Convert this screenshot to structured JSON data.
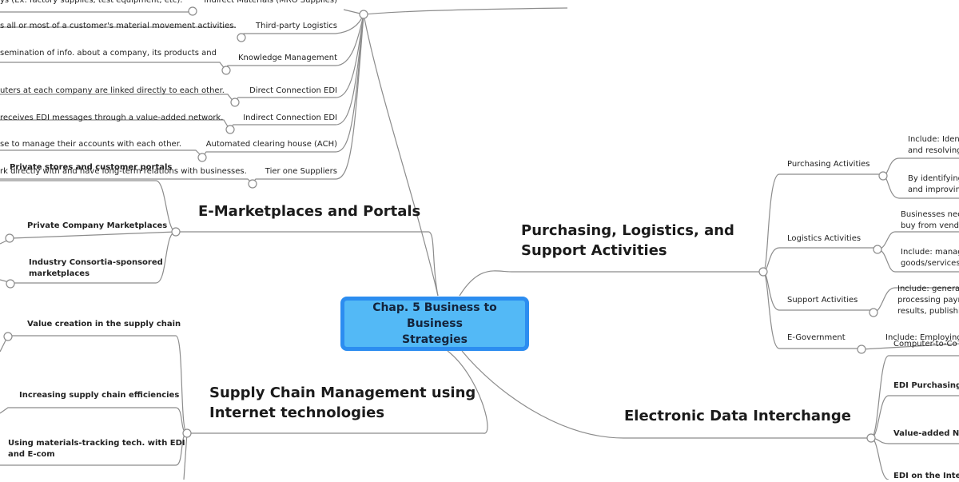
{
  "central": {
    "line1": "Chap. 5 Business to Business",
    "line2": "Strategies"
  },
  "left_top": {
    "items": [
      {
        "label": "Indirect Materials (MRO Supplies)",
        "desc": "ys (Ex: factory supplies, test equipment, etc)."
      },
      {
        "label": "Third-party Logistics",
        "desc": "s all or most of a customer's material movement activities."
      },
      {
        "label": "Knowledge Management",
        "desc": "semination of info. about a company, its products and"
      },
      {
        "label": "Direct Connection EDI",
        "desc": "uters at each company are linked directly to each other."
      },
      {
        "label": "Indirect Connection EDI",
        "desc": "receives EDI messages through a value-added network."
      },
      {
        "label": "Automated clearing house (ACH)",
        "desc": "se to manage their accounts with each other."
      },
      {
        "label": "Tier one Suppliers",
        "desc": "rk directly with and have long-term relations with businesses."
      }
    ]
  },
  "emarket": {
    "title": "E-Marketplaces and Portals",
    "items": [
      {
        "label": "Private stores and customer portals"
      },
      {
        "label": "Private Company Marketplaces"
      },
      {
        "label1": "Industry Consortia-sponsored",
        "label2": "marketplaces"
      }
    ]
  },
  "scm": {
    "title1": "Supply Chain Management using",
    "title2": "Internet technologies",
    "items": [
      {
        "label": "Value creation in the supply chain"
      },
      {
        "label": "Increasing supply chain efficiencies"
      },
      {
        "label1": "Using materials-tracking tech. with EDI",
        "label2": "and E-com"
      }
    ]
  },
  "purchasing": {
    "title1": "Purchasing, Logistics, and",
    "title2": "Support Activities",
    "children": [
      {
        "label": "Purchasing Activities",
        "notes": [
          {
            "l1": "Include: Ident",
            "l2": "and resolving"
          },
          {
            "l1": "By identifying",
            "l2": "and improving"
          }
        ]
      },
      {
        "label": "Logistics Activities",
        "notes": [
          {
            "l1": "Businesses need",
            "l2": "buy from vendo"
          },
          {
            "l1": "Include: managi",
            "l2": "goods/services."
          }
        ]
      },
      {
        "label": "Support Activities",
        "notes": [
          {
            "l1": "Include: general",
            "l2": "processing paym",
            "l3": "results, publishin"
          }
        ]
      },
      {
        "label": "E-Government",
        "notes": [
          {
            "l1": "Include: Employing"
          }
        ]
      }
    ]
  },
  "edi": {
    "title": "Electronic Data Interchange",
    "items": [
      {
        "label": "Computer-to-Co"
      },
      {
        "label": "EDI Purchasing P"
      },
      {
        "label": "Value-added Net"
      },
      {
        "label": "EDI on the Intern"
      }
    ]
  }
}
